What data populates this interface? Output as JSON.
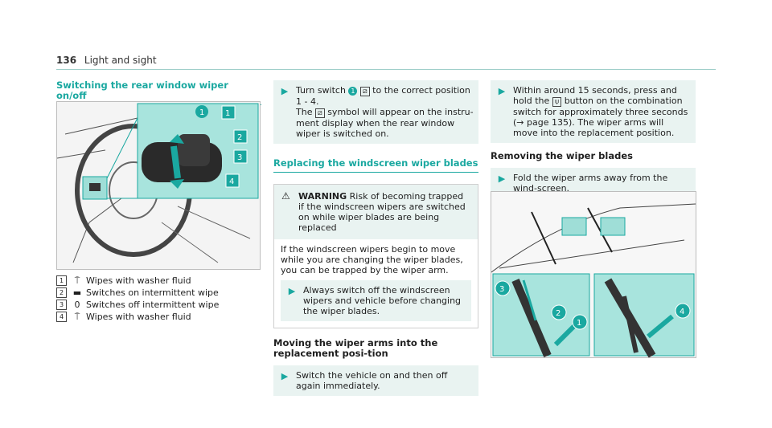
{
  "header": {
    "page_number": "136",
    "title": "Light and sight"
  },
  "left": {
    "title": "Switching the rear window wiper on/off",
    "legend": [
      {
        "key": "1",
        "symbol": "wiper-washer-icon",
        "text": "Wipes with washer fluid"
      },
      {
        "key": "2",
        "symbol": "intermittent-icon",
        "text": "Switches on intermittent wipe"
      },
      {
        "key": "3",
        "symbol": "zero-icon",
        "text": "Switches off intermittent wipe"
      },
      {
        "key": "4",
        "symbol": "wiper-washer-icon",
        "text": "Wipes with washer fluid"
      }
    ],
    "figure_callouts": [
      "1",
      "1",
      "2",
      "3",
      "4"
    ]
  },
  "middle": {
    "step1_a": "Turn switch",
    "step1_b": "to the correct position",
    "step1_c": "1 - 4.",
    "step1_d": "The",
    "step1_e": "symbol will appear on the instru-ment display when the rear window wiper is switched on.",
    "section_title": "Replacing the windscreen wiper blades",
    "warning_label": "WARNING",
    "warning_head": "Risk of becoming trapped if the windscreen wipers are switched on while wiper blades are being replaced",
    "warning_body": "If the windscreen wipers begin to move while you are changing the wiper blades, you can be trapped by the wiper arm.",
    "warning_step": "Always switch off the windscreen wipers and vehicle before changing the wiper blades.",
    "subhead": "Moving the wiper arms into the replacement posi-tion",
    "step2": "Switch the vehicle on and then off again immediately."
  },
  "right": {
    "step3_a": "Within around 15 seconds, press and hold the",
    "step3_b": "button on the combination switch for approximately three seconds (→ page 135). The wiper arms will move into the replacement position.",
    "subhead": "Removing the wiper blades",
    "step4": "Fold the wiper arms away from the wind-screen.",
    "figure_callouts": [
      "3",
      "2",
      "1",
      "4"
    ]
  },
  "colors": {
    "accent": "#1aa8a0",
    "bar_bg": "#e9f3f1"
  }
}
